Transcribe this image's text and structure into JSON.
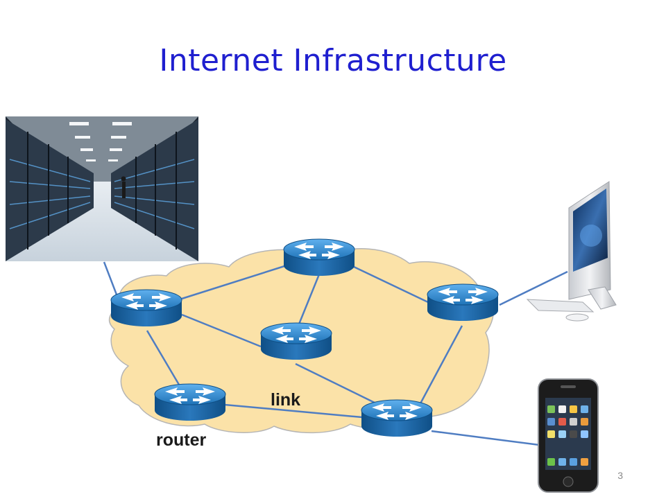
{
  "slide": {
    "title": "Internet Infrastructure",
    "page_number": "3"
  },
  "labels": {
    "router": "router",
    "link": "link"
  },
  "icons": {
    "router": "router-icon",
    "datacenter": "datacenter-photo",
    "desktop": "desktop-computer-icon",
    "phone": "smartphone-icon"
  },
  "colors": {
    "title": "#1f1fcf",
    "cloud_fill": "#fbe2a8",
    "cloud_stroke": "#b5b5b5",
    "link": "#4f7dc2",
    "router_top": "#2f80c3",
    "router_side": "#14588f"
  }
}
